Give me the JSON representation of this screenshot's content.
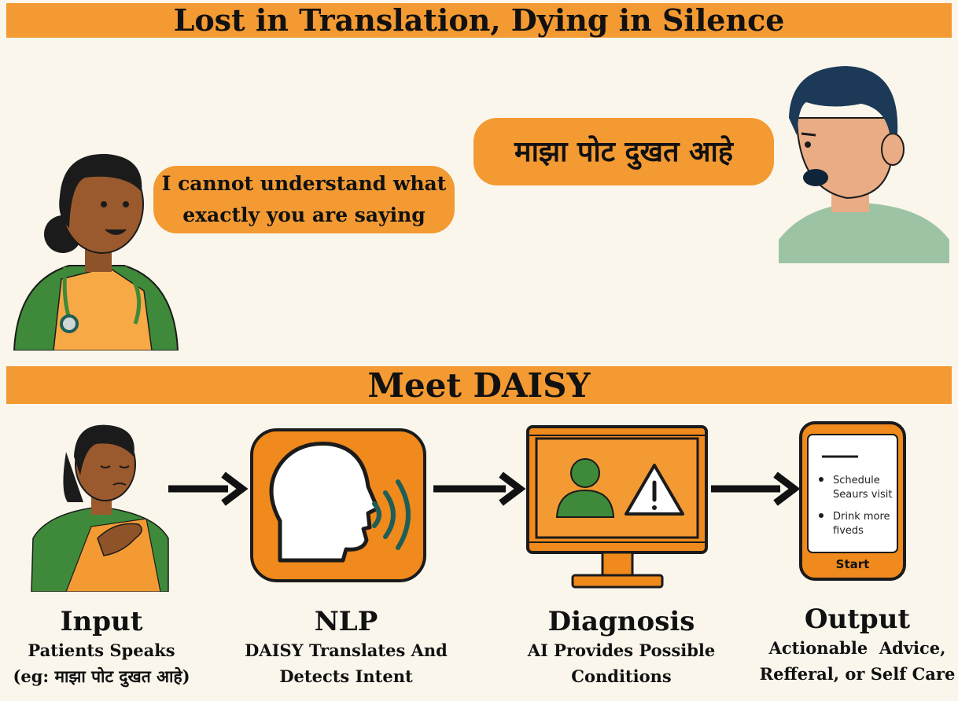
{
  "header": {
    "title": "Lost in Translation, Dying in Silence"
  },
  "dialogue": {
    "nurse_bubble": "I cannot understand what exactly you are saying",
    "patient_bubble": "माझा पोट दुखत आहे"
  },
  "section": {
    "title": "Meet DAISY"
  },
  "phone": {
    "item_1_line_1": "Schedule",
    "item_1_line_2": "Seaurs visit",
    "item_2_line_1": "Drink more",
    "item_2_line_2": "fiveds",
    "start_label": "Start"
  },
  "steps": [
    {
      "title": "Input",
      "line_1": "Patients Speaks",
      "line_2": "(eg: माझा पोट दुखत आहे)"
    },
    {
      "title": "NLP",
      "line_1": "DAISY Translates And",
      "line_2": "Detects Intent"
    },
    {
      "title": "Diagnosis",
      "line_1": "AI Provides Possible",
      "line_2": "Conditions"
    },
    {
      "title": "Output",
      "line_1": "Actionable  Advice,",
      "line_2": "Refferal, or Self Care"
    }
  ],
  "colors": {
    "banner": "#f39a33",
    "background": "#fbf6ec",
    "icon_orange": "#f08a1c",
    "teal": "#1f5e56",
    "green_sari": "#3f8a3a",
    "skin": "#9a5a2e"
  }
}
